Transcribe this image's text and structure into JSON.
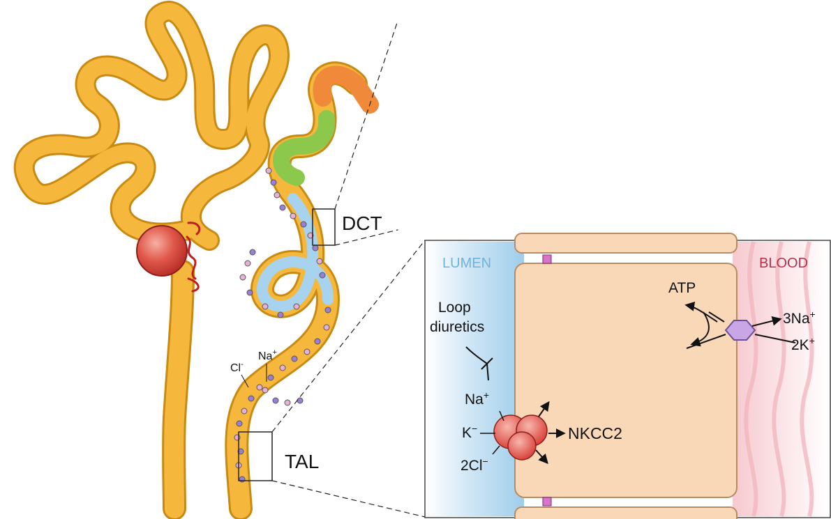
{
  "nephron": {
    "labels": {
      "dct": "DCT",
      "tal": "TAL",
      "cl": "Cl",
      "cl_sup": "-",
      "na": "Na",
      "na_sup": "+"
    }
  },
  "cell_panel": {
    "lumen_label": "LUMEN",
    "blood_label": "BLOOD",
    "loop_diuretics": [
      "Loop",
      "diuretics"
    ],
    "transporter_name": "NKCC2",
    "ions_in": {
      "na": "Na",
      "na_sup": "+",
      "k": "K",
      "k_sup": "−",
      "cl": "2Cl",
      "cl_sup": "−"
    },
    "pump": {
      "atp": "ATP",
      "na_out": "3Na",
      "na_out_sup": "+",
      "k_in": "2K",
      "k_in_sup": "+"
    }
  },
  "colors": {
    "tubule": "#f5b83d",
    "tubule_outline": "#c98a12",
    "dct_green": "#8cc84b",
    "collecting_orange": "#f08a3a",
    "lumen_blue": "#a7d3ee",
    "glomerulus": "#d9453c",
    "cell": "#f9d8b8",
    "pump": "#c9a6e6",
    "nkcc2": "#e0453f",
    "lumen_text": "#6fb3dd",
    "blood_text": "#b5314a"
  }
}
